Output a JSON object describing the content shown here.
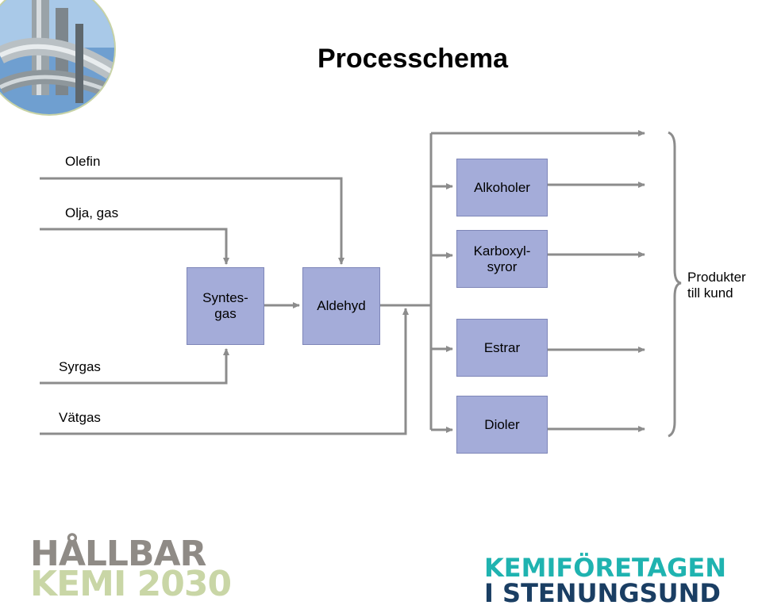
{
  "title": "Processchema",
  "inputs": {
    "olefin": "Olefin",
    "olja_gas": "Olja, gas",
    "syrgas": "Syrgas",
    "vatgas": "Vätgas"
  },
  "process": {
    "syntesgas_line1": "Syntes-",
    "syntesgas_line2": "gas",
    "aldehyd": "Aldehyd"
  },
  "products": {
    "alkoholer": "Alkoholer",
    "karboxyl_line1": "Karboxyl-",
    "karboxyl_line2": "syror",
    "estrar": "Estrar",
    "dioler": "Dioler"
  },
  "output": {
    "line1": "Produkter",
    "line2": "till kund"
  },
  "logos": {
    "hallbar_line1": "HÅLLBAR",
    "hallbar_line2_a": "KEMI",
    "hallbar_line2_b": "2030",
    "kemi_line1": "KEMIFÖRETAGEN",
    "kemi_line2": "I STENUNGSUND"
  },
  "colors": {
    "box_fill": "#a4acd9",
    "flow_line": "#8c8c8c",
    "logo_grey": "#8f8b86",
    "logo_green": "#c9d6a6",
    "logo_teal": "#1fb3b0",
    "logo_navy": "#1a3e63"
  }
}
